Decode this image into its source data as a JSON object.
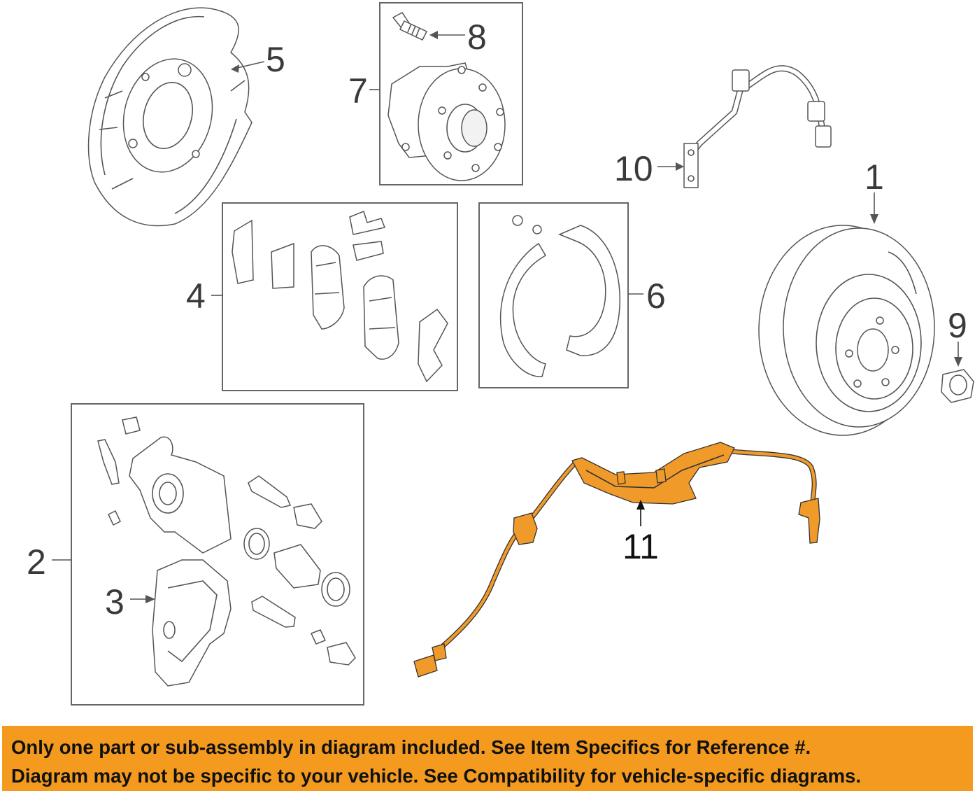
{
  "callouts": {
    "c1": "1",
    "c2": "2",
    "c3": "3",
    "c4": "4",
    "c5": "5",
    "c6": "6",
    "c7": "7",
    "c8": "8",
    "c9": "9",
    "c10": "10",
    "c11": "11"
  },
  "highlighted_part": "11",
  "colors": {
    "highlight": "#f09a2a",
    "banner": "#f39a1f",
    "line": "#555555"
  },
  "banner": {
    "line1": "Only one part or sub-assembly in diagram included. See Item Specifics for Reference #.",
    "line2": "Diagram may not be specific to your vehicle. See Compatibility for vehicle-specific diagrams."
  }
}
